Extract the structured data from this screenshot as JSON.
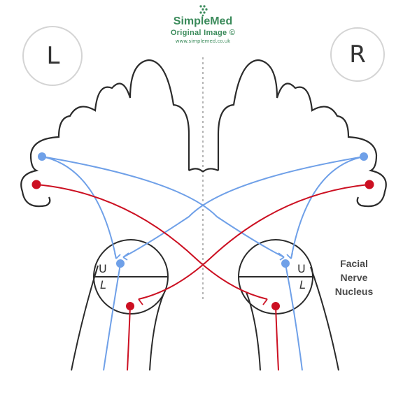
{
  "brand": {
    "name": "SimpleMed",
    "subtitle": "Original Image ©",
    "url": "www.simplemed.co.uk",
    "color": "#3a8a5a"
  },
  "sides": {
    "left": "L",
    "right": "R"
  },
  "nucleus": {
    "upper": "U",
    "lower": "L",
    "label_lines": [
      "Facial",
      "Nerve",
      "Nucleus"
    ]
  },
  "colors": {
    "upper_pathway": "#6fa0e8",
    "lower_pathway": "#cc1022",
    "outline": "#2b2b2b",
    "midline": "#b5b5b5"
  }
}
